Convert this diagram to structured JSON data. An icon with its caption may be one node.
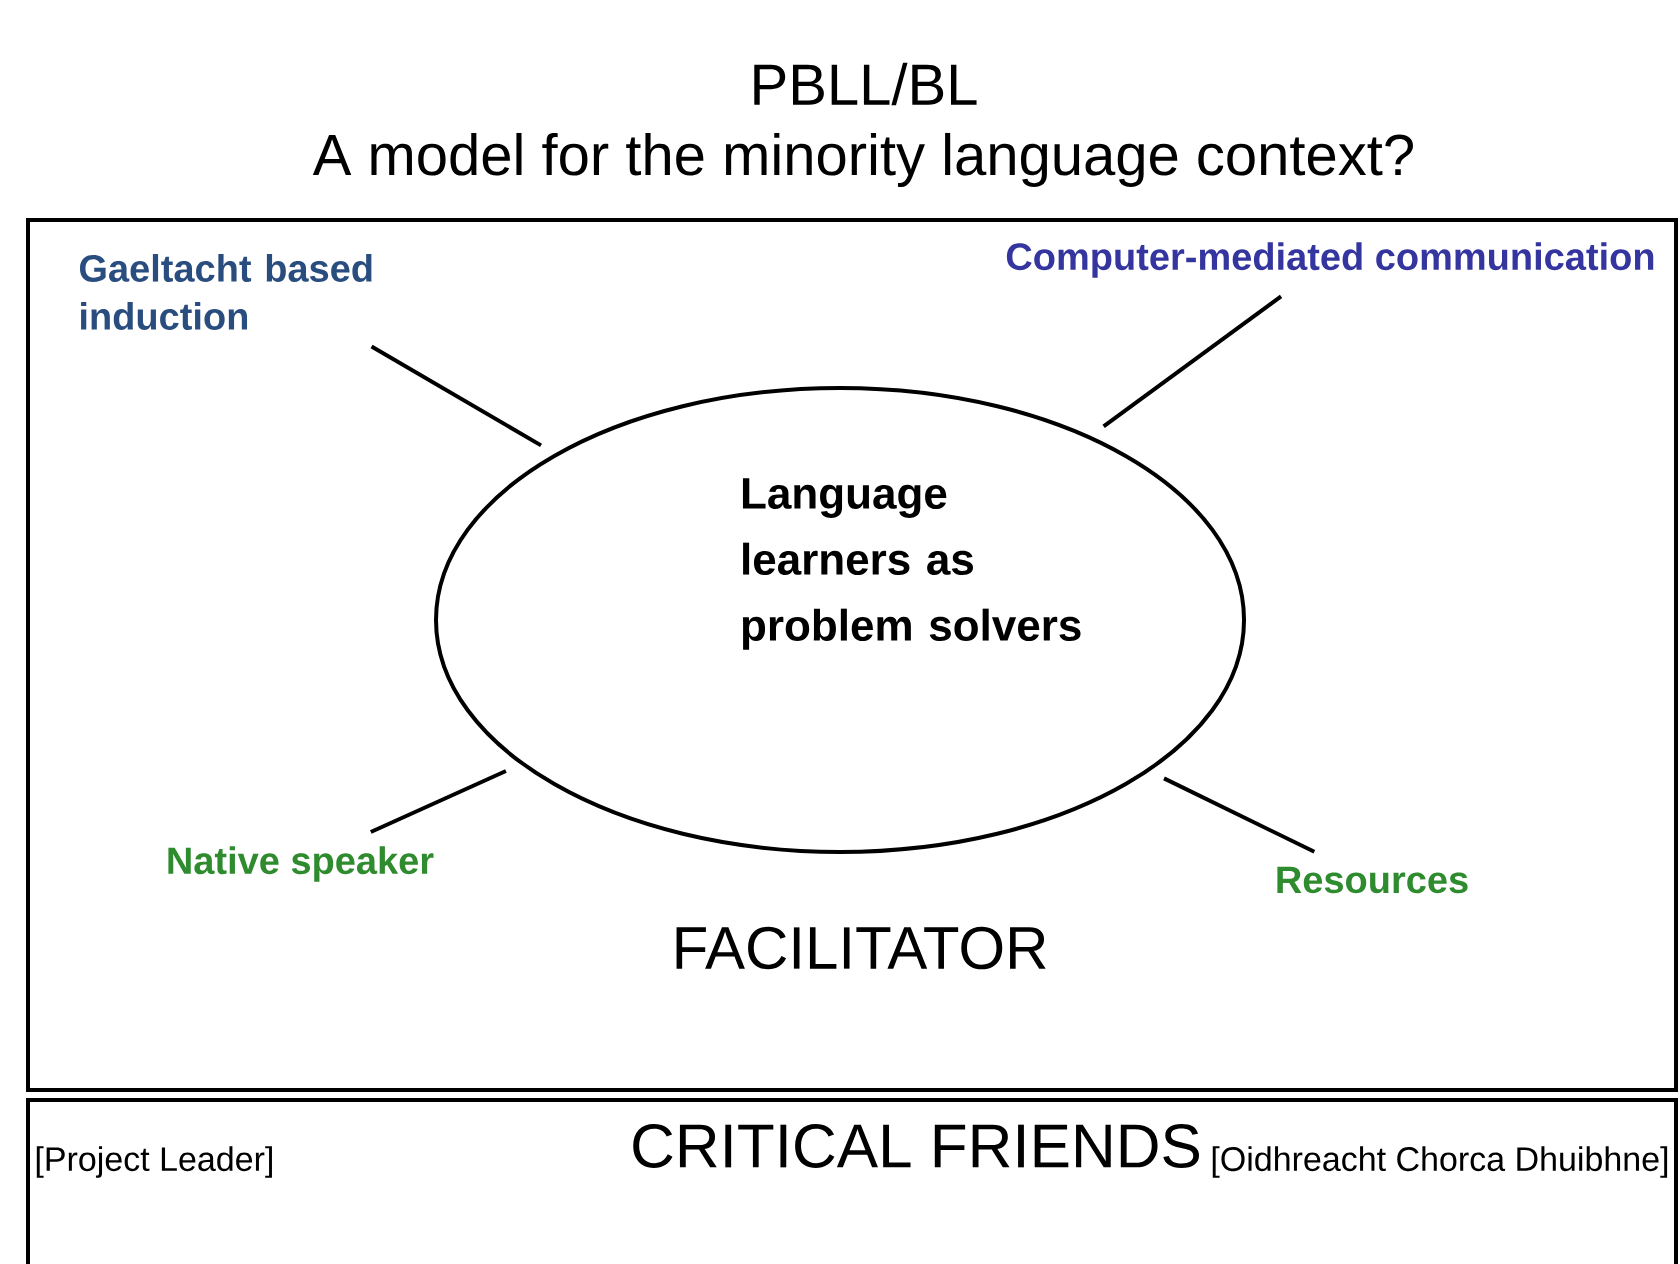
{
  "diagram": {
    "title": "PBLL/BL",
    "nodes": [
      {
        "text": [
          "FACILITATOR"
        ]
      },
      {
        "text": [
          "Language learners as problem solvers"
        ],
        "in": 0
      },
      {
        "text": [
          "Gaeltacht based induction"
        ],
        "in": 0
      },
      {
        "text": [
          "Computer-mediated communication"
        ],
        "in": 0
      },
      {
        "text": [
          "Native speaker"
        ],
        "in": 0
      },
      {
        "text": [
          "Resources"
        ],
        "in": 0
      },
      {
        "text": [
          "[Project Leader]",
          "CRITICAL FRIENDS",
          "[Oidhreacht Chorca Dhuibhne]"
        ]
      }
    ],
    "edges": [
      {
        "from": 2,
        "to": 1,
        "arrow": "none"
      },
      {
        "from": 3,
        "to": 1,
        "arrow": "none"
      },
      {
        "from": 4,
        "to": 1,
        "arrow": "none"
      },
      {
        "from": 5,
        "to": 1,
        "arrow": "none"
      }
    ],
    "labels": [
      "A model for the minority language context?"
    ]
  }
}
